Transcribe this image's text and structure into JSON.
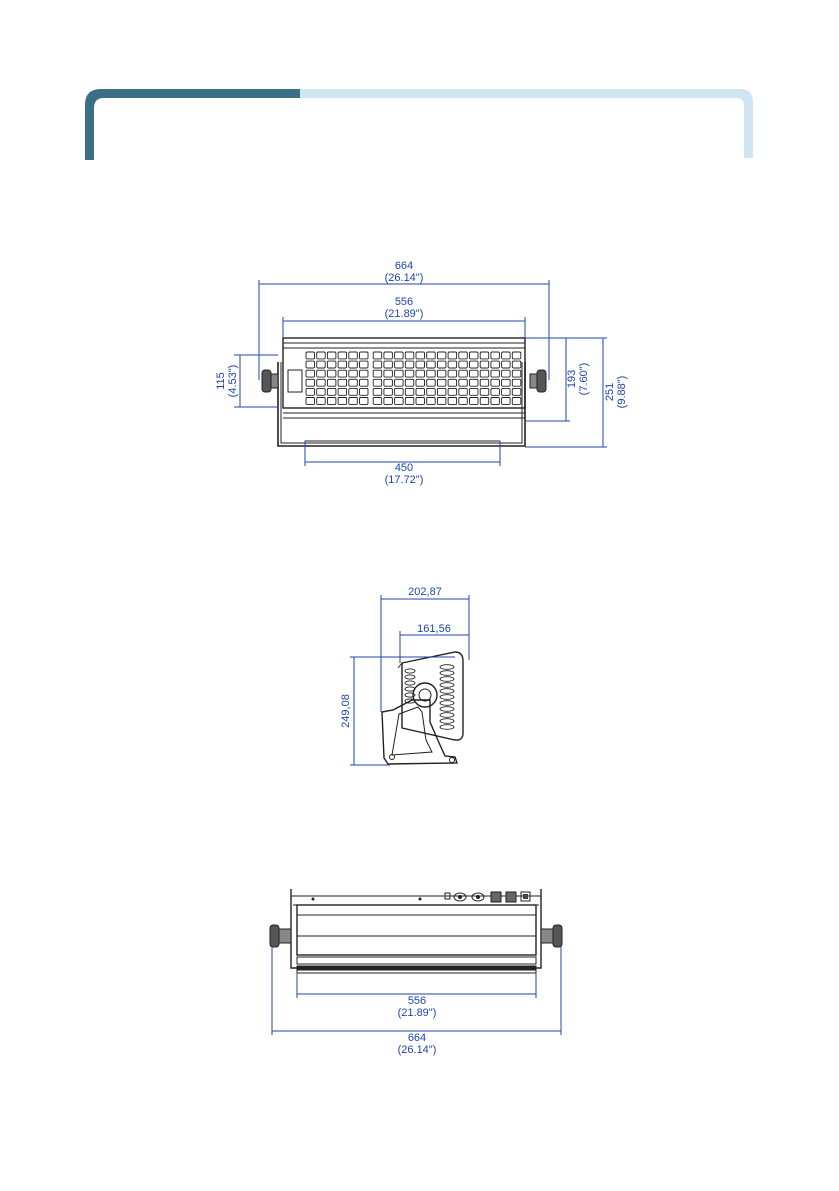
{
  "header": {
    "dark_color": "#3b6f86",
    "light_color": "#cfe5f2"
  },
  "front_view": {
    "overall_width_mm": "664",
    "overall_width_in": "(26.14\")",
    "body_width_mm": "556",
    "body_width_in": "(21.89\")",
    "base_width_mm": "450",
    "base_width_in": "(17.72\")",
    "bracket_height_mm": "115",
    "bracket_height_in": "(4.53\")",
    "body_height_mm": "193",
    "body_height_in": "(7.60\")",
    "total_height_mm": "251",
    "total_height_in": "(9.88\")"
  },
  "side_view": {
    "overall_depth": "202,87",
    "body_depth": "161,56",
    "height": "249,08"
  },
  "rear_view": {
    "body_width_mm": "556",
    "body_width_in": "(21.89\")",
    "overall_width_mm": "664",
    "overall_width_in": "(26.14\")"
  },
  "colors": {
    "dimension": "#1f45a8",
    "drawing": "#222222"
  }
}
